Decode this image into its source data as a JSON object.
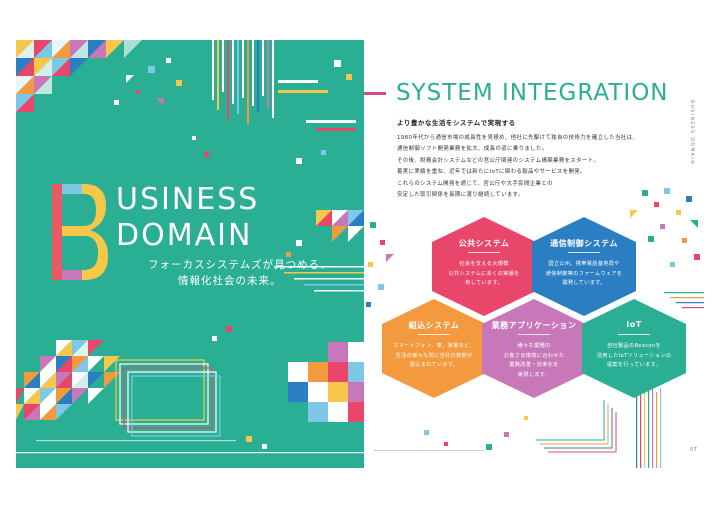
{
  "left_page": {
    "title_initial": "B",
    "title_line1": "USINESS",
    "title_line2": "DOMAIN",
    "tagline_line1": "フォーカスシステムズが見つめる、",
    "tagline_line2": "情報化社会の未来。"
  },
  "right_page": {
    "section_title": "SYSTEM INTEGRATION",
    "section_subtitle": "より豊かな生活をシステムで実現する",
    "side_label": "BUSINESS DOMAIN",
    "page_number": "07",
    "body_lines": [
      "1980年代から通信市場の成長性を見極め、他社に先駆けて独自の技術力を確立した当社は、",
      "通信制御ソフト開発業務を拡大、成長の道に乗りました。",
      "その後、財務会計システムなどの官公庁関連のシステム構築業務をスタート。",
      "着実に実績を重ね、近年では新たにIoTに関わる製品やサービスを開発。",
      "これらのシステム開発を通じて、官公庁や大手民間企業との",
      "安定した取引関係を長期に渡り継続しています。"
    ],
    "hexagons": [
      {
        "title": "公共システム",
        "lines": [
          "社会を支える大規模",
          "公共システムに多くの実績を",
          "有しています。"
        ],
        "color": "#e8476b"
      },
      {
        "title": "通信制御システム",
        "lines": [
          "国立公州、携帯電話基地局や",
          "通信制御等のファームウェアを",
          "開発しています。"
        ],
        "color": "#2b7ec1"
      },
      {
        "title": "組込システム",
        "lines": [
          "スマートフォン、車、家電など、",
          "生活の様々な所に当社の技術が",
          "組込まれています。"
        ],
        "color": "#f39a3f"
      },
      {
        "title": "業務アプリケーション",
        "lines": [
          "様々な業種の",
          "お客さま環境に合わせた",
          "業務改善・効率化を",
          "実現します。"
        ],
        "color": "#c878b9"
      },
      {
        "title": "IoT",
        "lines": [
          "自社製品のBeaconを",
          "活用したIoTソリューションの",
          "提案を行っています。"
        ],
        "color": "#2aaf95"
      }
    ]
  },
  "colors": {
    "left_background": "#2aaf95",
    "accent_pink": "#d04a8c",
    "title_teal": "#2aaf95"
  }
}
